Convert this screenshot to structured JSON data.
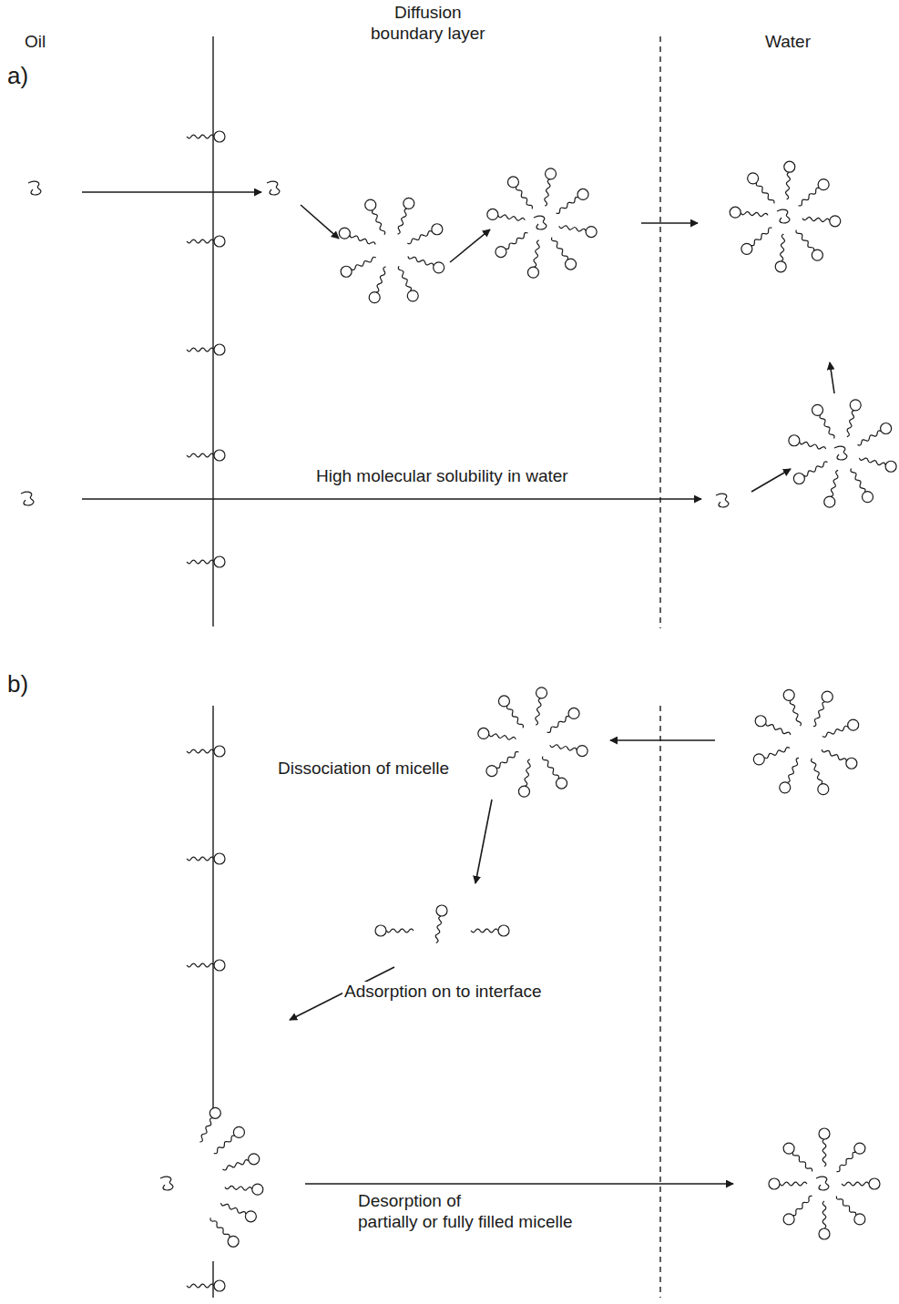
{
  "diagram": {
    "labels": [
      "Oil",
      "Diffusion boundary layer",
      "Water",
      "a)",
      "High molecular solubility in water",
      "b)",
      "Dissociation of micelle",
      "Adsorption on to interface",
      "Desorption of partially or fully filled micelle"
    ]
  }
}
